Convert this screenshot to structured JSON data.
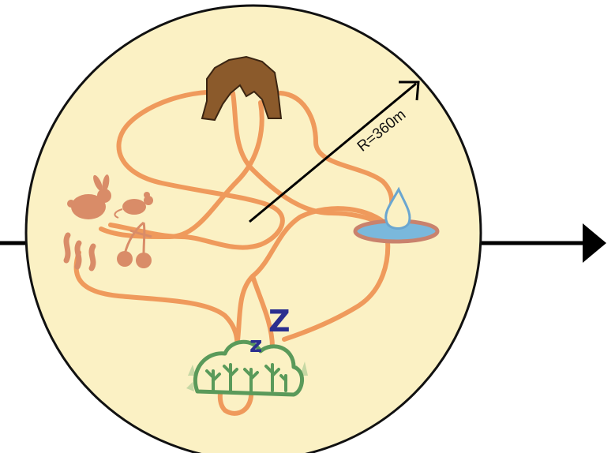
{
  "diagram": {
    "radius_label": "R=360m",
    "sleep_symbols": [
      "z",
      "Z"
    ],
    "colors": {
      "background": "#ffffff",
      "territory_fill": "#fbf1c4",
      "territory_outline": "#111111",
      "path": "#ef9a5c",
      "cave": "#8b5a2b",
      "food": "#d98c68",
      "water_fill": "#7ab8dc",
      "water_rim": "#c9826d",
      "bush_outline": "#5a9a5a",
      "grass": "#c6d8a4",
      "sleep": "#2b2f8f",
      "arrow": "#000000"
    },
    "icons": [
      "cave-icon",
      "rabbit-icon",
      "mouse-icon",
      "worm-icon",
      "cherries-icon",
      "water-drop-icon",
      "puddle-icon",
      "bush-icon",
      "sleep-icon"
    ]
  }
}
